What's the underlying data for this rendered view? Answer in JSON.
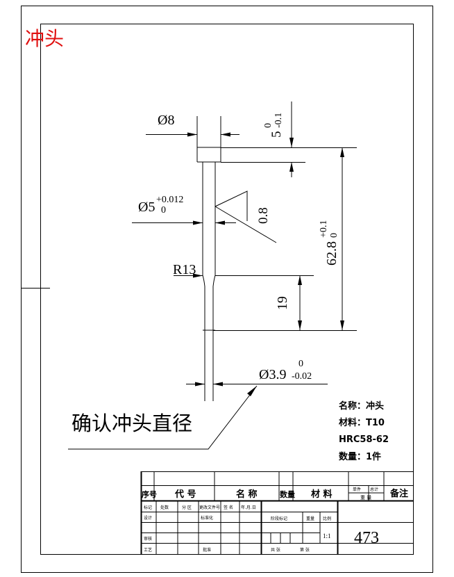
{
  "drawing": {
    "part_title": "冲头",
    "dims": {
      "d_head": "Ø8",
      "head_thick": "5",
      "head_tol_upper": "0",
      "head_tol_lower": "-0.1",
      "d_shank": "Ø5",
      "shank_tol_upper": "+0.012",
      "shank_tol_lower": "0",
      "roughness": "0.8",
      "total_len": "62.8",
      "len_tol_upper": "+0.1",
      "len_tol_lower": "0",
      "radius": "R13",
      "tip_len": "19",
      "d_tip": "Ø3.9",
      "tip_tol_upper": "0",
      "tip_tol_lower": "-0.02"
    },
    "note": "确认冲头直径",
    "specs": {
      "name": "名称：冲头",
      "material": "材料：T10",
      "hardness": "HRC58-62",
      "qty": "数量：1件"
    },
    "title_block": {
      "seq": "序号",
      "code": "代 号",
      "name": "名  称",
      "qty": "数量",
      "material": "材 料",
      "unit_top_a": "单件",
      "unit_top_b": "总计",
      "weight": "重 量",
      "remarks": "备注",
      "r_mark": "标记",
      "r_count": "处数",
      "r_zone": "分 区",
      "r_docno": "更改文件号",
      "r_sign": "签 名",
      "r_date": "年.月.日",
      "design": "设计",
      "standard": "标准化",
      "stage": "阶段标记",
      "weight2": "重量",
      "scale": "比例",
      "review": "审核",
      "process": "工艺",
      "approve": "批准",
      "sheets": "共   张",
      "sheet": "第   张",
      "scale_value": "1:1",
      "drawing_no": "473"
    }
  }
}
